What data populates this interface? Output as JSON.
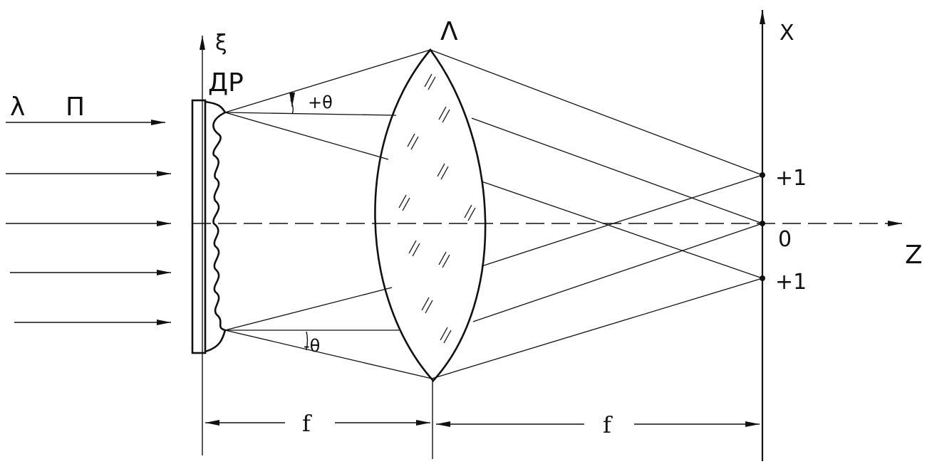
{
  "labels": {
    "wavelength": "λ",
    "plane_wave": "П",
    "xi_axis": "ξ",
    "grating": "ДР",
    "lens": "Λ",
    "x_axis": "X",
    "z_axis": "Z",
    "angle_plus": "+θ",
    "angle_minus": "-θ",
    "order_upper": "+1",
    "order_zero": "0",
    "order_lower": "+1",
    "focal_left": "f",
    "focal_right": "f"
  }
}
